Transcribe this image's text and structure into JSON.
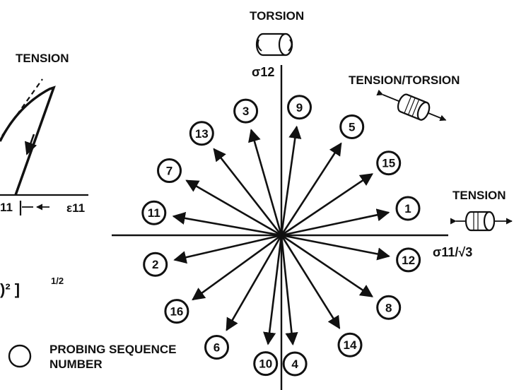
{
  "labels": {
    "torsion": "TORSION",
    "tension_torsion": "TENSION/TORSION",
    "tension_left": "TENSION",
    "tension_right": "TENSION",
    "sigma12": "σ12",
    "sigma11": "σ11/√3",
    "epsilon11": "ε11",
    "partial_epsilon": "11",
    "partial_formula": ")² ]",
    "partial_exponent": "1/2",
    "legend": [
      "PROBING SEQUENCE",
      "NUMBER"
    ]
  },
  "probes": [
    {
      "label": "1",
      "angle_deg": 12
    },
    {
      "label": "2",
      "angle_deg": 193
    },
    {
      "label": "3",
      "angle_deg": 106
    },
    {
      "label": "4",
      "angle_deg": 276
    },
    {
      "label": "5",
      "angle_deg": 57
    },
    {
      "label": "6",
      "angle_deg": 240
    },
    {
      "label": "7",
      "angle_deg": 150
    },
    {
      "label": "8",
      "angle_deg": 326
    },
    {
      "label": "9",
      "angle_deg": 82
    },
    {
      "label": "10",
      "angle_deg": 263
    },
    {
      "label": "11",
      "angle_deg": 170
    },
    {
      "label": "12",
      "angle_deg": 349
    },
    {
      "label": "13",
      "angle_deg": 128
    },
    {
      "label": "14",
      "angle_deg": 302
    },
    {
      "label": "15",
      "angle_deg": 34
    },
    {
      "label": "16",
      "angle_deg": 216
    }
  ]
}
